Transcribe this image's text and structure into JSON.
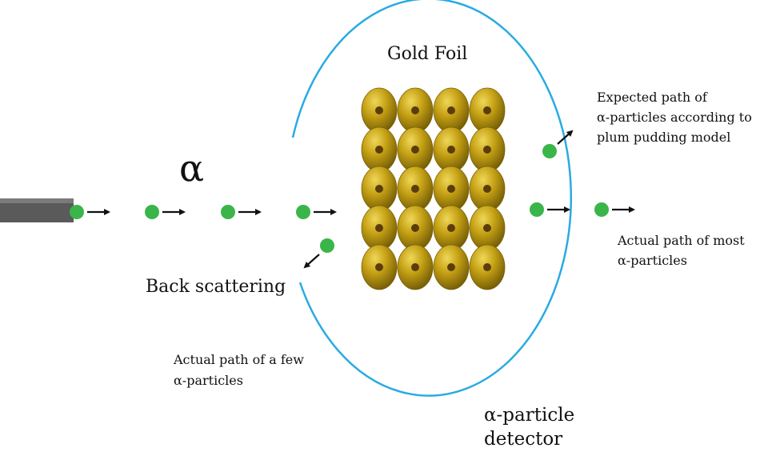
{
  "labels": {
    "gold_foil": "Gold Foil",
    "alpha_symbol": "α",
    "expected_path_lines": [
      "Expected path of",
      "α-particles according to",
      "plum pudding model"
    ],
    "actual_most_lines": [
      "Actual path of most",
      "α-particles"
    ],
    "back_scattering": "Back scattering",
    "actual_few_lines": [
      "Actual path of a few",
      "α-particles"
    ],
    "detector_lines": [
      "α-particle",
      "detector"
    ]
  },
  "colors": {
    "particle": "#3ab54a",
    "arrow": "#111111",
    "detector_ring": "#29abe2",
    "atom_body": "#b8960f",
    "atom_highlight": "#e3c43a",
    "atom_shade": "#7a6206",
    "nucleus": "#5a3d0a",
    "source": "#5a5a5a"
  },
  "foil": {
    "rows": 5,
    "cols": 4
  },
  "icons": {
    "source": "alpha-source-icon",
    "particle": "alpha-particle-icon",
    "arrow": "arrow-icon",
    "atom": "gold-atom-icon"
  }
}
